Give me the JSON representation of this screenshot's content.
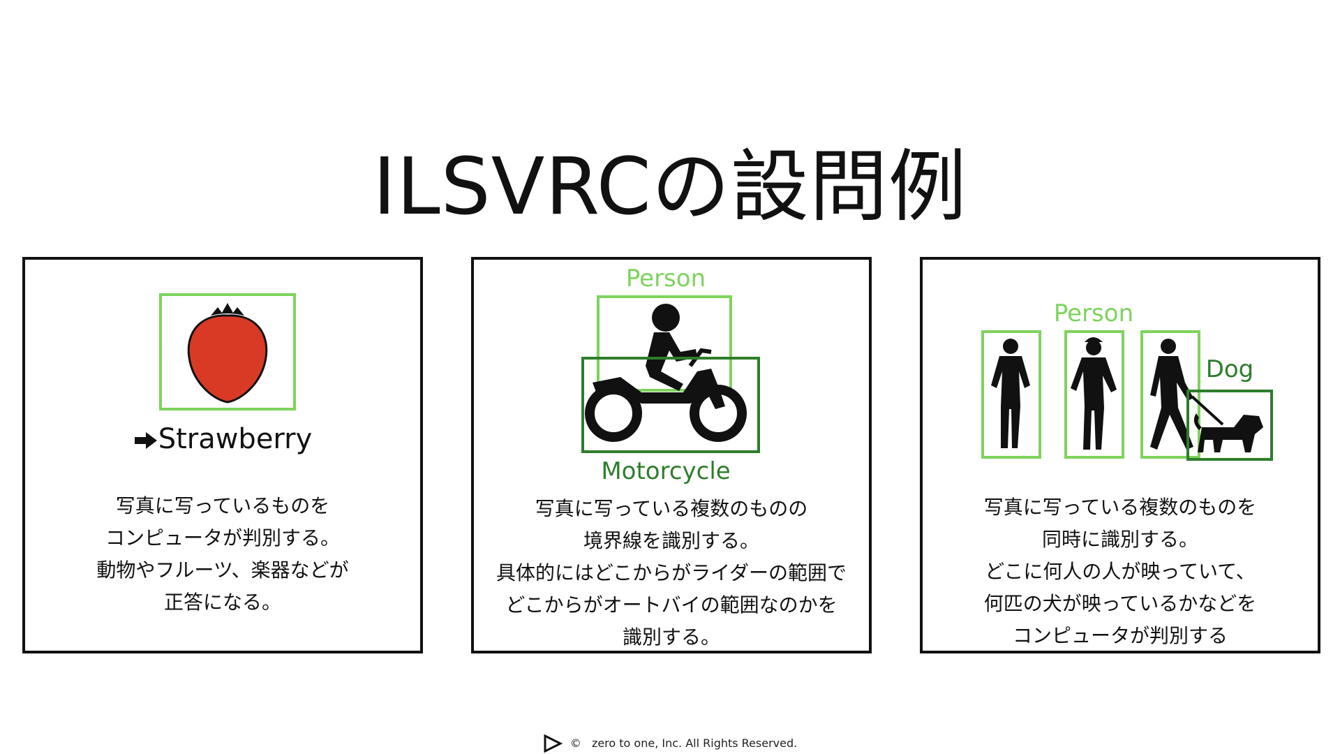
{
  "title": "ILSVRCの設問例",
  "cards": [
    {
      "answer": "Strawberry",
      "description": [
        "写真に写っているものを",
        "コンピュータが判別する。",
        "動物やフルーツ、楽器などが",
        "正答になる。"
      ]
    },
    {
      "labels": {
        "person": "Person",
        "motorcycle": "Motorcycle"
      },
      "description": [
        "写真に写っている複数のものの",
        "境界線を識別する。",
        "具体的にはどこからがライダーの範囲で",
        "どこからがオートバイの範囲なのかを",
        "識別する。"
      ]
    },
    {
      "labels": {
        "person": "Person",
        "dog": "Dog"
      },
      "description": [
        "写真に写っている複数のものを",
        "同時に識別する。",
        "どこに何人の人が映っていて、",
        "何匹の犬が映っているかなどを",
        "コンピュータが判別する"
      ]
    }
  ],
  "footer": {
    "copyright": "©",
    "text": "zero to one, Inc. All Rights Reserved."
  },
  "colors": {
    "box_light": "#7ed35c",
    "box_dark": "#2e7d2b",
    "strawberry": "#d93a26"
  },
  "icons": [
    "strawberry-icon",
    "arrow-right-icon",
    "motorcycle-rider-icon",
    "person-silhouette-icon",
    "dog-icon",
    "play-logo-icon"
  ]
}
